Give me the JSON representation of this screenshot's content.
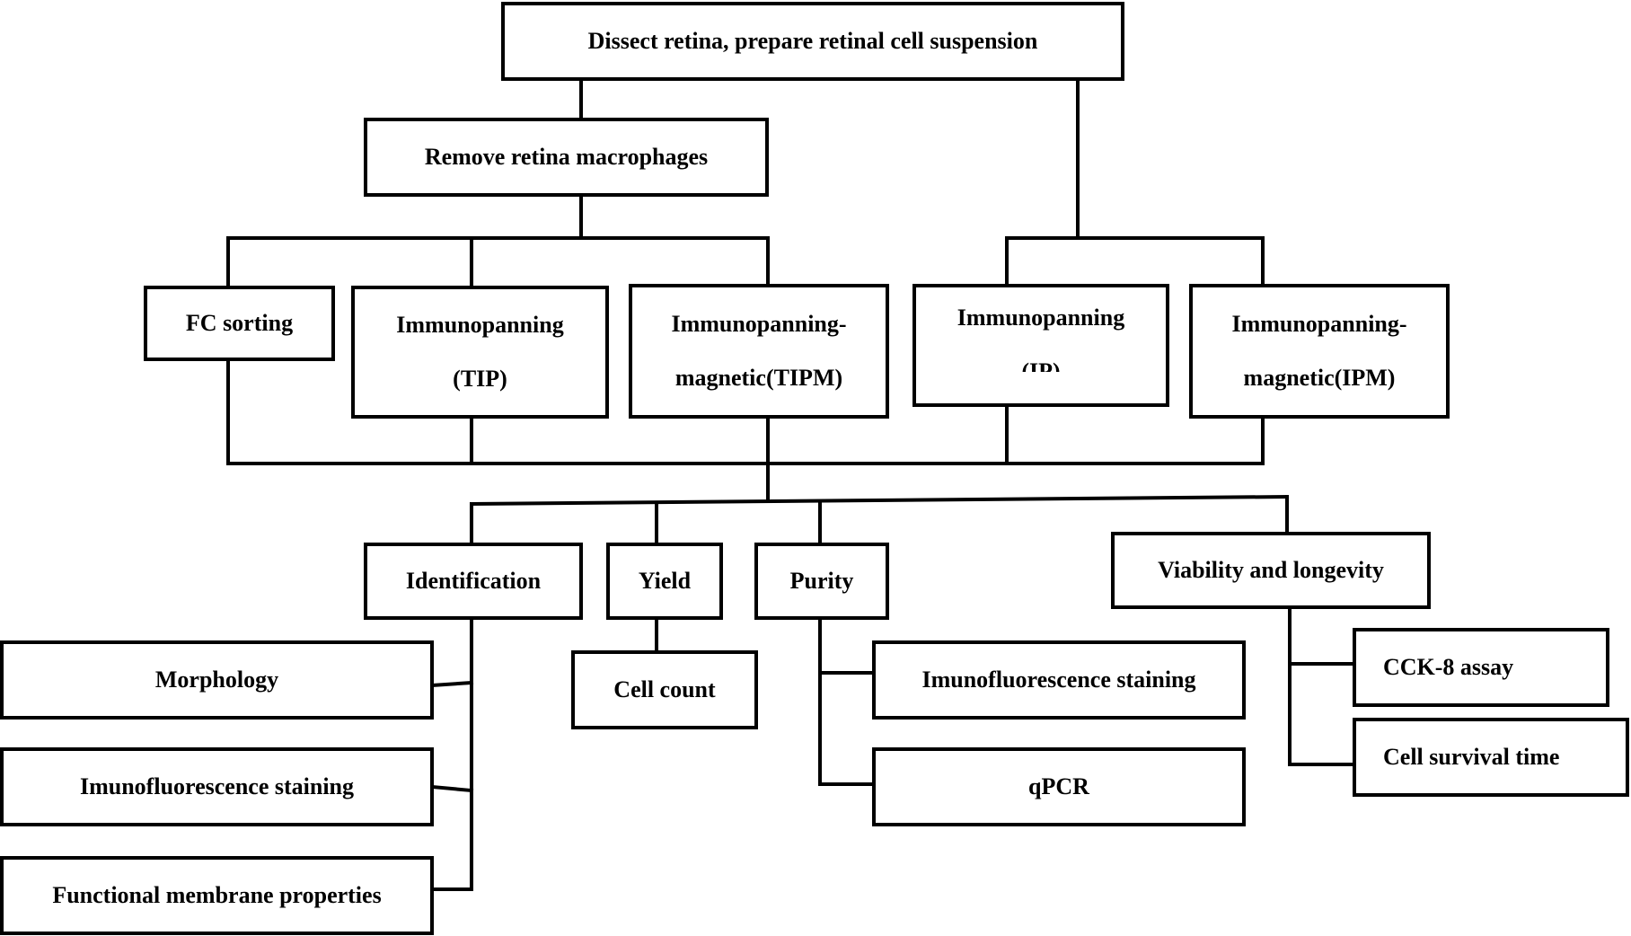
{
  "diagram": {
    "root": "Dissect retina, prepare retinal cell suspension",
    "remove": "Remove retina macrophages",
    "methods": {
      "fc": "FC sorting",
      "tip": [
        "Immunopanning",
        "(TIP)"
      ],
      "tipm": [
        "Immunopanning-",
        "magnetic(TIPM)"
      ],
      "ip": [
        "Immunopanning",
        "(IP)"
      ],
      "ipm": [
        "Immunopanning-",
        "magnetic(IPM)"
      ]
    },
    "evaluation": {
      "identification": {
        "label": "Identification",
        "items": [
          "Morphology",
          "Imunofluorescence staining",
          "Functional membrane properties"
        ]
      },
      "yield": {
        "label": "Yield",
        "items": [
          "Cell count"
        ]
      },
      "purity": {
        "label": "Purity",
        "items": [
          "Imunofluorescence staining",
          "qPCR"
        ]
      },
      "viability": {
        "label": "Viability and longevity",
        "items": [
          "CCK-8 assay",
          "Cell survival time"
        ]
      }
    }
  }
}
